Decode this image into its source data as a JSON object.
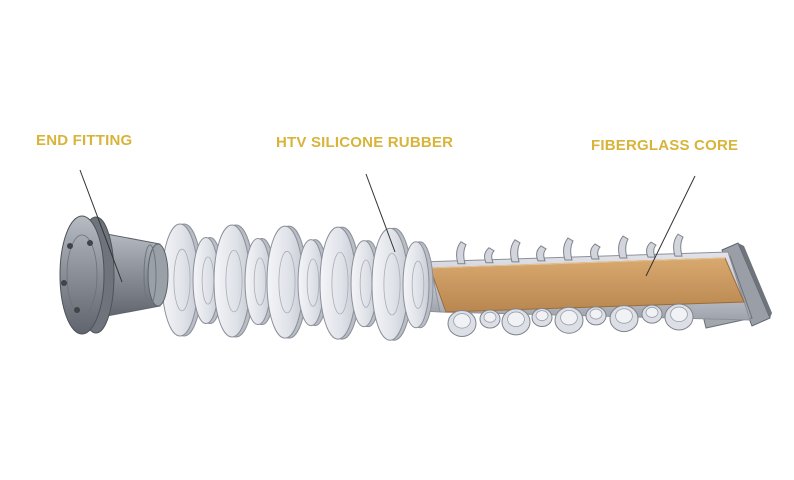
{
  "labels": {
    "end_fitting": "END FITTING",
    "silicone": "HTV SILICONE RUBBER",
    "core": "FIBERGLASS CORE"
  },
  "colors": {
    "label": "#d8b43a",
    "fitting": "#8a8f99",
    "fitting_dark": "#5f646d",
    "shed": "#e6e8ee",
    "shed_edge": "#8c909a",
    "core": "#c9965e",
    "core_dark": "#a9773f"
  }
}
